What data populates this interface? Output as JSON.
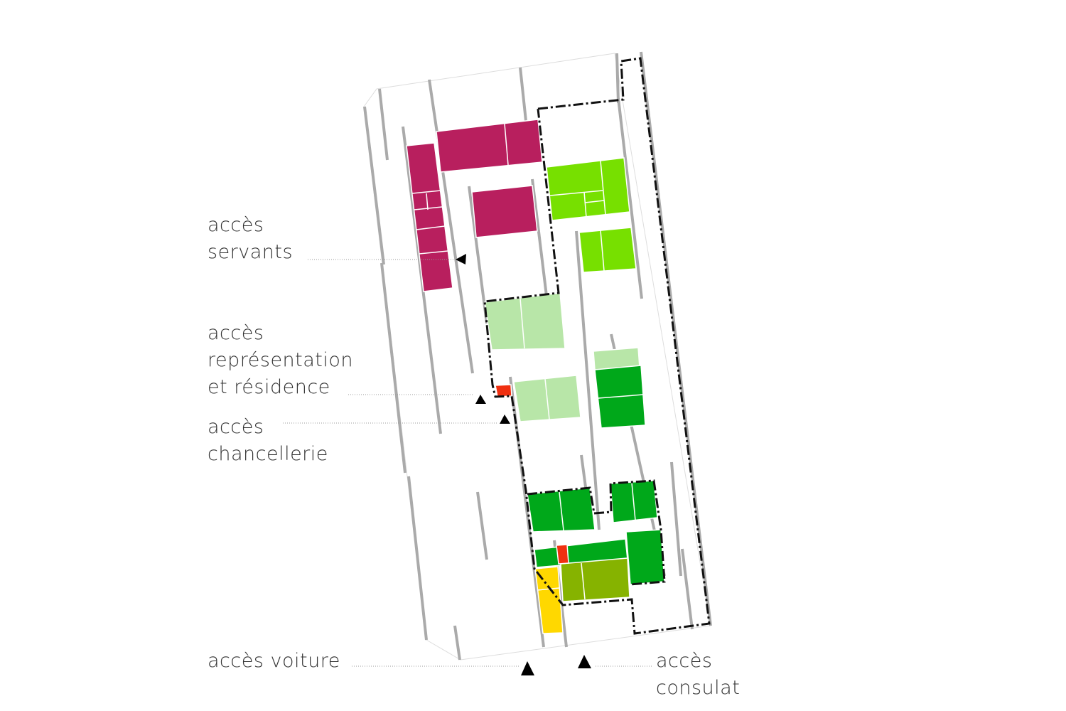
{
  "labels": {
    "servants": [
      "accès",
      "servants"
    ],
    "representation": [
      "accès",
      "représentation",
      "et résidence"
    ],
    "chancellerie": [
      "accès",
      "chancellerie"
    ],
    "voiture": [
      "accès voiture"
    ],
    "consulat": [
      "accès",
      "consulat"
    ]
  },
  "colors": {
    "residence": "#b81f5e",
    "light_green": "#77e000",
    "pale_green": "#b8e6a8",
    "green": "#00a81a",
    "olive": "#86b300",
    "yellow": "#ffd800",
    "red": "#f03010",
    "wall": "#aaaaaa"
  }
}
